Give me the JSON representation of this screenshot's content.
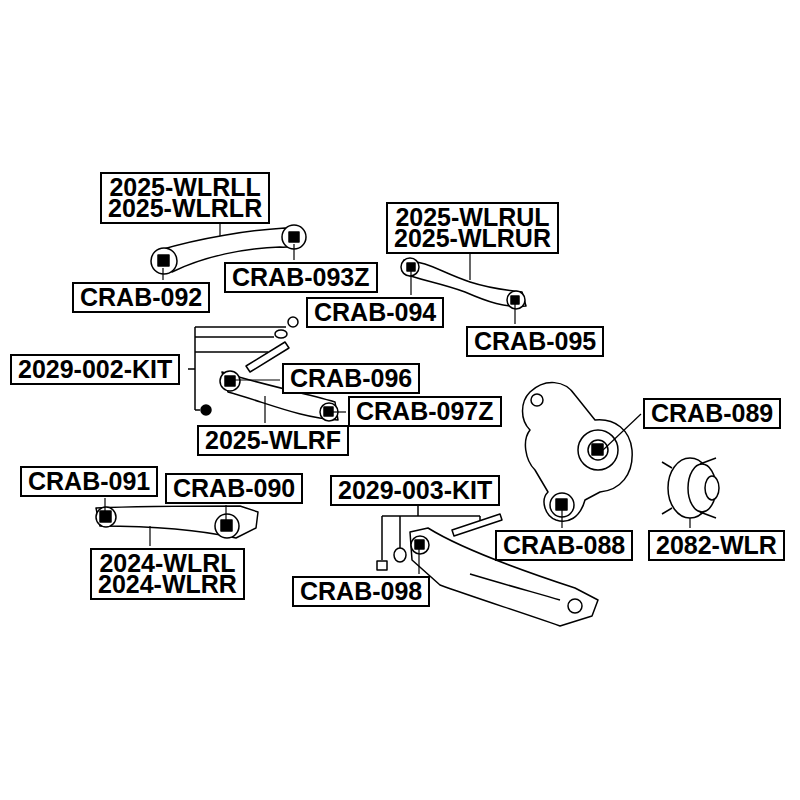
{
  "diagram": {
    "nodes": [
      {
        "text": [
          "2025-WLRLL",
          "2025-WLRLR"
        ]
      },
      {
        "text": [
          "2025-WLRUL",
          "2025-WLRUR"
        ]
      },
      {
        "text": [
          "CRAB-093Z"
        ]
      },
      {
        "text": [
          "CRAB-092"
        ]
      },
      {
        "text": [
          "CRAB-094"
        ]
      },
      {
        "text": [
          "CRAB-095"
        ]
      },
      {
        "text": [
          "2029-002-KIT"
        ]
      },
      {
        "text": [
          "CRAB-096"
        ]
      },
      {
        "text": [
          "CRAB-089"
        ]
      },
      {
        "text": [
          "CRAB-097Z"
        ]
      },
      {
        "text": [
          "2025-WLRF"
        ]
      },
      {
        "text": [
          "CRAB-091"
        ]
      },
      {
        "text": [
          "CRAB-090"
        ]
      },
      {
        "text": [
          "2029-003-KIT"
        ]
      },
      {
        "text": [
          "2024-WLRL",
          "2024-WLRR"
        ]
      },
      {
        "text": [
          "CRAB-088"
        ]
      },
      {
        "text": [
          "2082-WLR"
        ]
      },
      {
        "text": [
          "CRAB-098"
        ]
      }
    ]
  }
}
